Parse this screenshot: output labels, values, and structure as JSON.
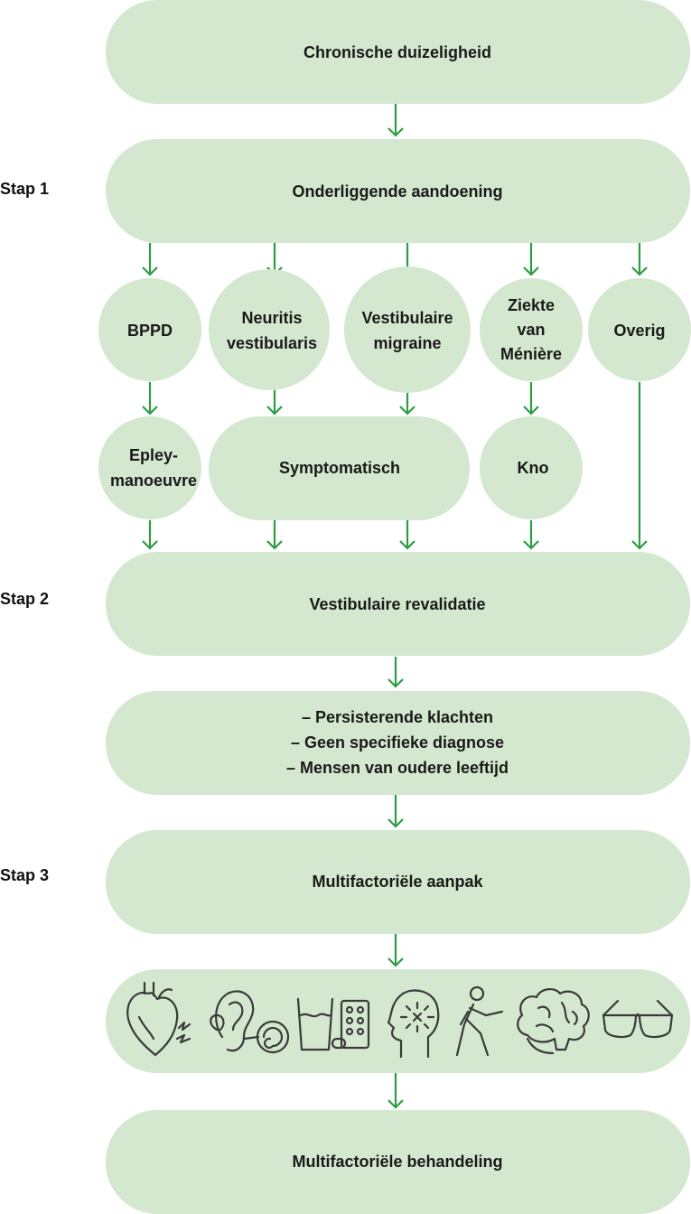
{
  "colors": {
    "box": "#d3e8ce",
    "arrow": "#2d9c44",
    "text": "#1a1a1a",
    "icon": "#3a3a3a"
  },
  "steps": {
    "step1": "Stap 1",
    "step2": "Stap 2",
    "step3": "Stap 3"
  },
  "nodes": {
    "top": "Chronische duizeligheid",
    "underlying": "Onderliggende aandoening",
    "bppd": "BPPD",
    "neuritis": [
      "Neuritis",
      "vestibularis"
    ],
    "migraine": [
      "Vestibulaire",
      "migraine"
    ],
    "meniere": [
      "Ziekte",
      "van",
      "Ménière"
    ],
    "overig": "Overig",
    "epley": [
      "Epley-",
      "manoeuvre"
    ],
    "symptomatic": "Symptomatisch",
    "kno": "Kno",
    "rehab": "Vestibulaire revalidatie",
    "conditions": [
      "– Persisterende klachten",
      "– Geen specifieke diagnose",
      "– Mensen van oudere leeftijd"
    ],
    "multi_approach": "Multifactoriële aanpak",
    "multi_treatment": "Multifactoriële behandeling"
  },
  "icons": [
    "heart-icon",
    "ear-icon",
    "medication-icon",
    "head-icon",
    "walking-person-icon",
    "brain-icon",
    "glasses-icon"
  ]
}
